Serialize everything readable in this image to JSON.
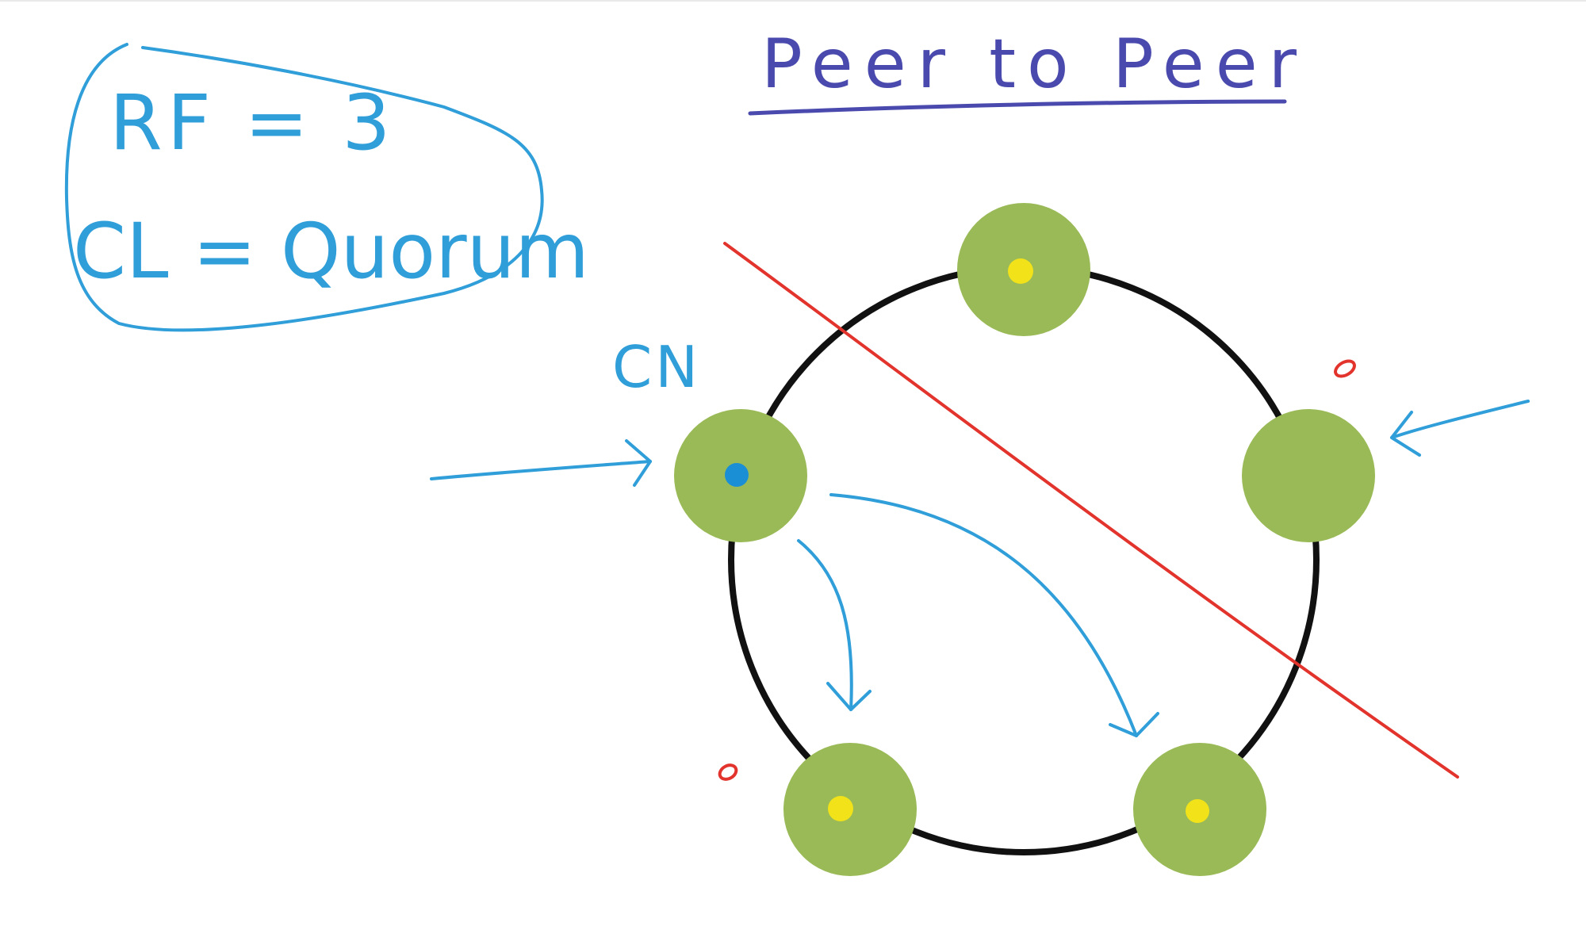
{
  "title": "Peer to Peer",
  "notes": {
    "rf": "RF = 3",
    "cl": "CL = Quorum"
  },
  "coordinator_label": "CN",
  "colors": {
    "title": "#4a4aae",
    "note": "#2f9ed9",
    "ring": "#111111",
    "node": "#9aba57",
    "replica_dot": "#f2e21a",
    "coordinator_dot": "#1a8fd6",
    "partition": "#e2342c",
    "arrow": "#2f9ed9"
  },
  "nodes": [
    {
      "id": "node-top",
      "marker": "replica"
    },
    {
      "id": "node-left",
      "marker": "coordinator"
    },
    {
      "id": "node-right",
      "marker": "none"
    },
    {
      "id": "node-bottom-left",
      "marker": "replica"
    },
    {
      "id": "node-bottom-right",
      "marker": "replica"
    }
  ]
}
